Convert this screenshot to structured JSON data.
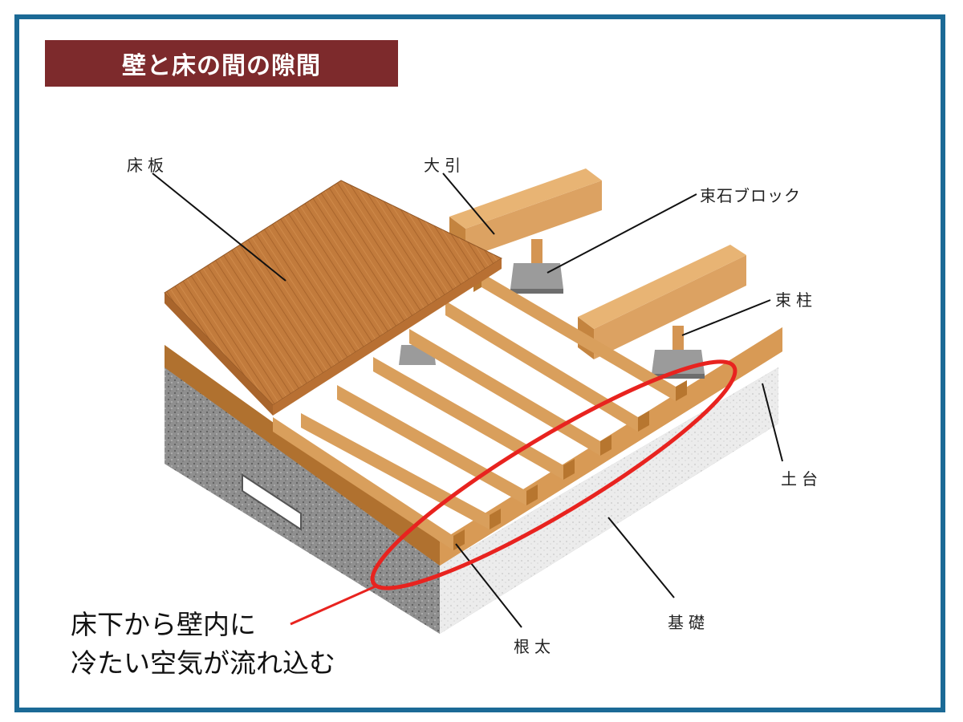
{
  "title": "壁と床の間の隙間",
  "labels": {
    "floor_board": "床板",
    "oobiki": "大引",
    "block": "束石ブロック",
    "tsuka": "束柱",
    "dodai": "土台",
    "foundation": "基礎",
    "joist": "根太"
  },
  "caption": {
    "line1": "床下から壁内に",
    "line2": "冷たい空気が流れ込む"
  },
  "colors": {
    "frame": "#1b6a96",
    "banner": "#7d2a2c",
    "highlight": "#e8231f",
    "wood": "#d9a05a",
    "floor": "#c07a3a"
  }
}
